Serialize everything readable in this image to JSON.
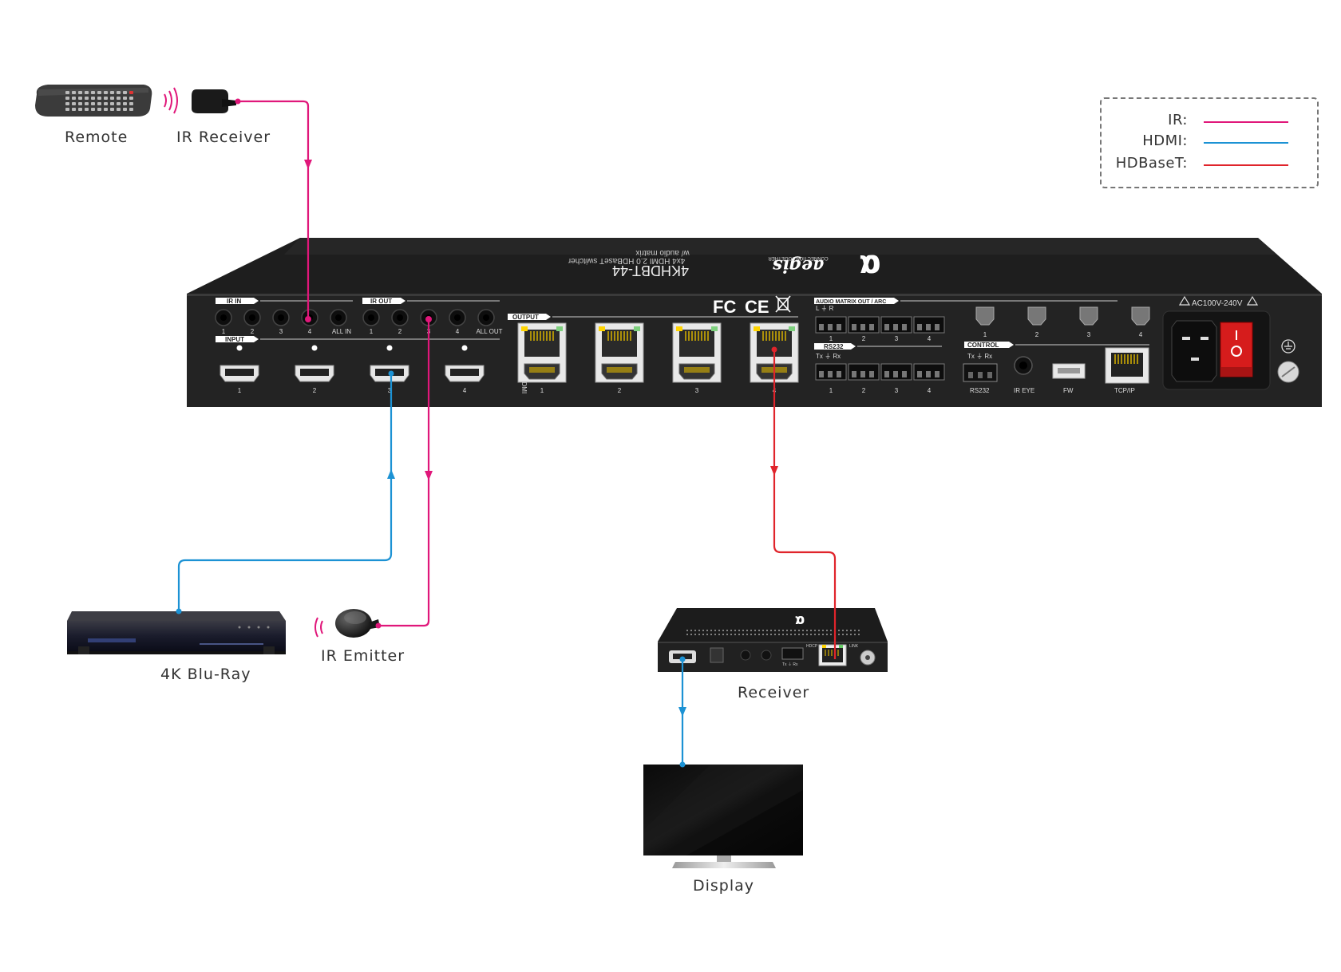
{
  "colors": {
    "ir": "#e0177a",
    "hdmi": "#1c92d4",
    "hdbaset": "#e0242b",
    "chassis": "#232323",
    "label_text": "#333333"
  },
  "legend": {
    "items": [
      {
        "label": "IR:",
        "color": "#e0177a"
      },
      {
        "label": "HDMI:",
        "color": "#1c92d4"
      },
      {
        "label": "HDBaseT:",
        "color": "#e0242b"
      }
    ]
  },
  "devices": {
    "remote": "Remote",
    "ir_receiver": "IR Receiver",
    "bluray": "4K Blu-Ray",
    "ir_emitter": "IR Emitter",
    "receiver": "Receiver",
    "display": "Display"
  },
  "switcher": {
    "model": "4KHDBT-44",
    "description_line1": "4x4 HDMI 2.0 HDBaseT switcher",
    "description_line2": "w/ audio matrix",
    "brand": "aegis",
    "tagline": "CONNECTION TOGETHER",
    "fcc": "FC",
    "ce": "CE",
    "power_rating": "AC100V-240V",
    "ir_in": {
      "title": "IR IN",
      "ports": [
        "1",
        "2",
        "3",
        "4",
        "ALL IN"
      ]
    },
    "ir_out": {
      "title": "IR OUT",
      "ports": [
        "1",
        "2",
        "3",
        "4",
        "ALL OUT"
      ]
    },
    "input": {
      "title": "INPUT",
      "ports": [
        "1",
        "2",
        "3",
        "4"
      ]
    },
    "output": {
      "title": "OUTPUT",
      "side_label": "HDBaseT  HDMI",
      "ports": [
        "1",
        "2",
        "3",
        "4"
      ]
    },
    "audio": {
      "title": "AUDIO MATRIX OUT / ARC",
      "lr": "L  ⏚  R",
      "ports": [
        "1",
        "2",
        "3",
        "4"
      ]
    },
    "rs232": {
      "title": "RS232",
      "txrx": "Tx  ⏚  Rx",
      "ports": [
        "1",
        "2",
        "3",
        "4"
      ]
    },
    "optical_ports": [
      "1",
      "2",
      "3",
      "4"
    ],
    "control": {
      "title": "CONTROL",
      "txrx": "Tx  ⏚  Rx",
      "rs232": "RS232",
      "ir_eye": "IR EYE",
      "fw": "FW",
      "tcpip": "TCP/IP"
    }
  },
  "receiver_unit": {
    "hdcp": "HDCP",
    "link": "LINK",
    "txrx": "Tx  ⏚  Rx"
  }
}
